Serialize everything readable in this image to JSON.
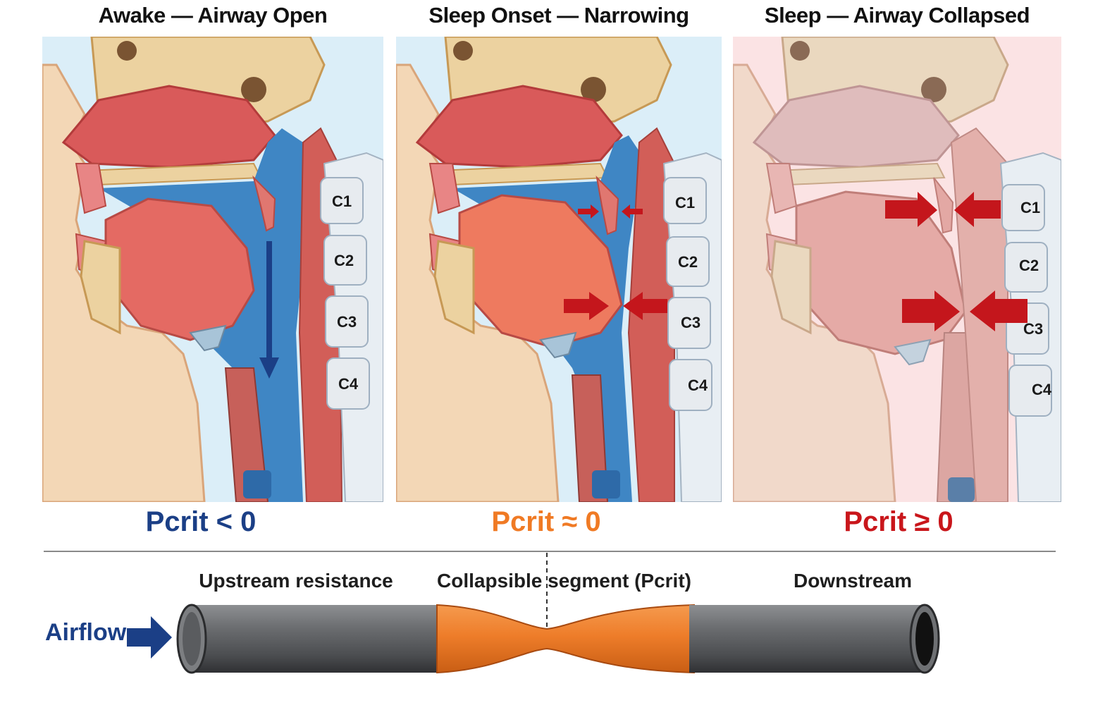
{
  "colors": {
    "awake_blue": "#1b3f86",
    "onset_orange": "#f07a24",
    "collapsed_red": "#c9161b",
    "airway_blue": "#3f86c4",
    "panel_bg_blue": "#dbeef8",
    "panel_bg_pink": "#fbe3e4",
    "tube_gray": "#6b6d70",
    "tube_orange": "#ee7d2a",
    "arrow_red": "#c4161c"
  },
  "panels": [
    {
      "title": "Awake — Airway Open",
      "pcrit": "Pcrit < 0",
      "vertebrae": [
        "C1",
        "C2",
        "C3",
        "C4"
      ]
    },
    {
      "title": "Sleep Onset — Narrowing",
      "pcrit": "Pcrit ≈ 0",
      "vertebrae": [
        "C1",
        "C2",
        "C3",
        "C4"
      ]
    },
    {
      "title": "Sleep — Airway Collapsed",
      "pcrit": "Pcrit ≥ 0",
      "vertebrae": [
        "C1",
        "C2",
        "C3",
        "C4"
      ]
    }
  ],
  "tube": {
    "upstream": "Upstream resistance",
    "collapsible": "Collapsible segment (Pcrit)",
    "downstream": "Downstream",
    "airflow": "Airflow"
  },
  "icons": {
    "airflow_arrow": "arrow-right-icon",
    "compression_arrow": "arrow-compress-icon",
    "flow_arrow": "arrow-down-icon"
  }
}
